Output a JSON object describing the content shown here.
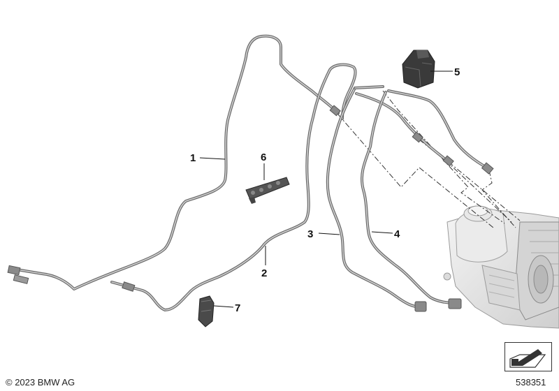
{
  "callouts": [
    {
      "id": "1",
      "label": "1",
      "part": "brake-line-1"
    },
    {
      "id": "2",
      "label": "2",
      "part": "brake-line-2"
    },
    {
      "id": "3",
      "label": "3",
      "part": "brake-line-3"
    },
    {
      "id": "4",
      "label": "4",
      "part": "brake-line-4"
    },
    {
      "id": "5",
      "label": "5",
      "part": "connector-block"
    },
    {
      "id": "6",
      "label": "6",
      "part": "pipe-clip-multi"
    },
    {
      "id": "7",
      "label": "7",
      "part": "pipe-clip-small"
    }
  ],
  "footer": {
    "copyright": "© 2023 BMW AG",
    "reference_number": "538351"
  },
  "icons": {
    "orientation": "direction-arrow-icon"
  },
  "colors": {
    "line": "#8a8a8a",
    "line_dark": "#6a6a6a",
    "part_dark": "#3a3a3a",
    "master_cylinder": "#e6e6e6"
  }
}
